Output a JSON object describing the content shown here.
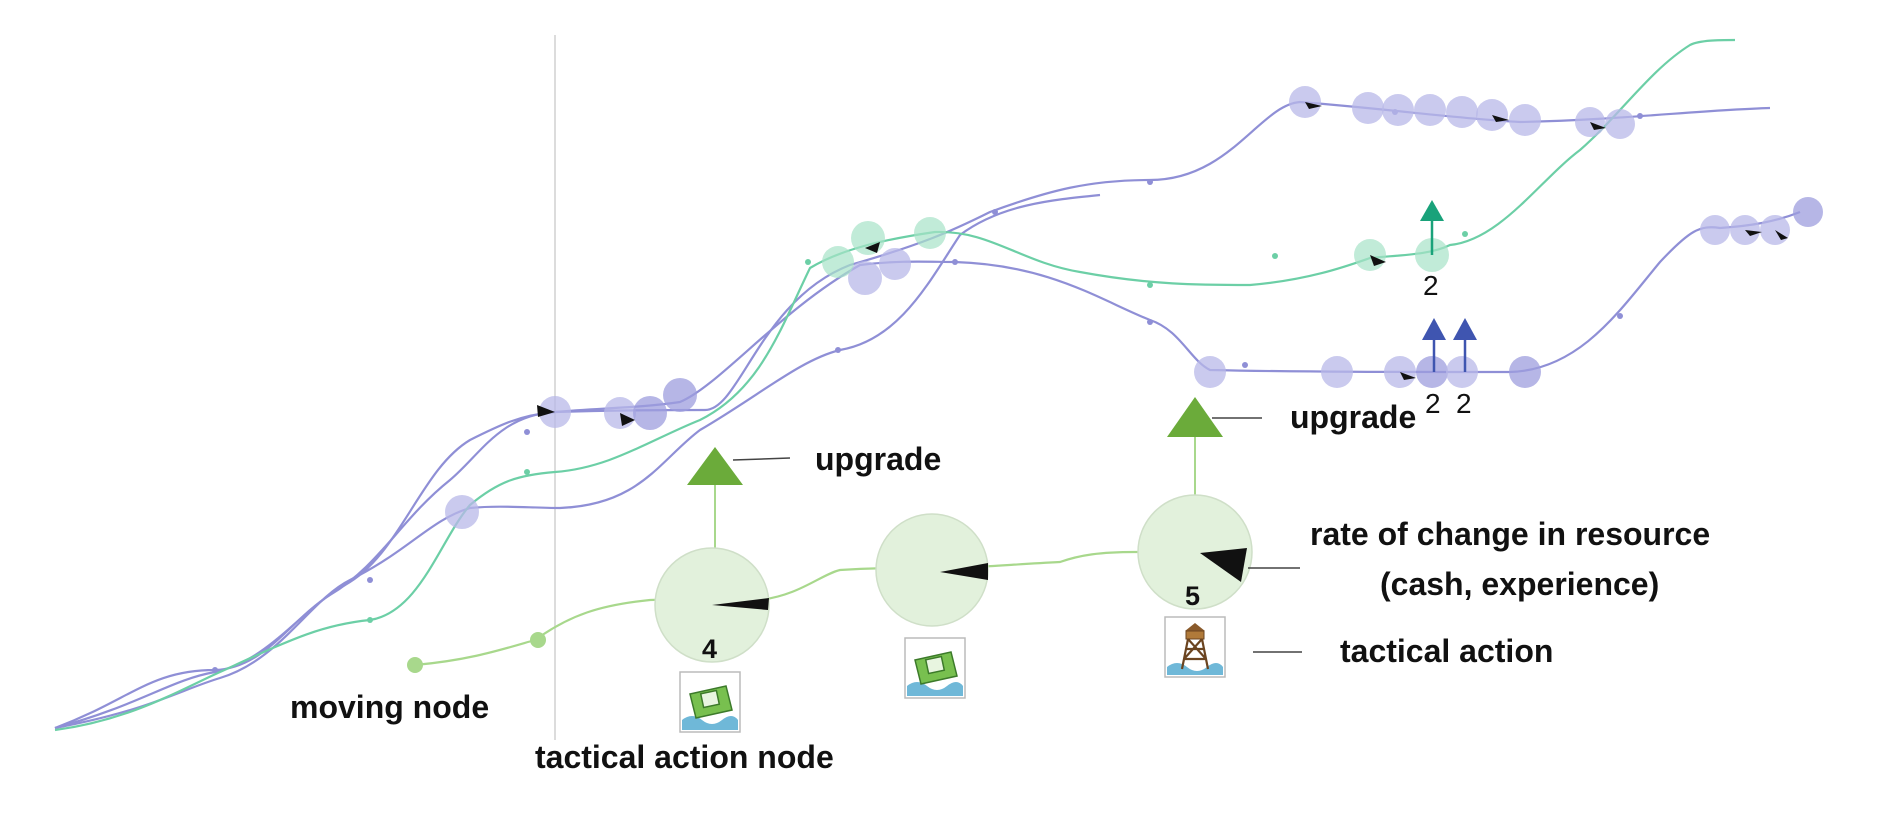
{
  "colors": {
    "purple": "#8f8fd6",
    "purple_node": "#b8b8e8",
    "purple_node_dark": "#9d9ddd",
    "teal": "#6ccfa6",
    "teal_node": "#a7e2c8",
    "light_green": "#a8d88c",
    "big_node_fill": "#e2f1dc",
    "upgrade_triangle": "#6bab3a",
    "teal_arrow": "#19a27a",
    "blue_arrow": "#3f55b0",
    "vertical_line": "#dcdcdc"
  },
  "labels": {
    "moving_node": "moving node",
    "tactical_action_node": "tactical action node",
    "upgrade_1": "upgrade",
    "upgrade_2": "upgrade",
    "rate_line1": "rate of change in resource",
    "rate_line2": "(cash, experience)",
    "tactical_action": "tactical action"
  },
  "node_counts": {
    "node_a": "4",
    "node_c": "5"
  },
  "upgrade_counts": {
    "teal_arrow": "2",
    "blue_arrow_1": "2",
    "blue_arrow_2": "2"
  },
  "icons": {
    "tactical_action_a": "green-boat-icon",
    "tactical_action_b": "green-boat-icon",
    "tactical_action_c": "watchtower-icon"
  }
}
